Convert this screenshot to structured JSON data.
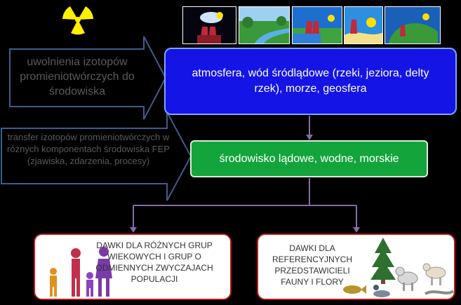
{
  "header_icon": "radiation-trefoil-icon",
  "colors": {
    "background": "#000000",
    "blue_box": "#1414e6",
    "green_box": "#14a43c",
    "arrow_outline": "#3b5e8c",
    "connector": "#8a6aa8",
    "red_border": "#c01818",
    "trefoil": "#ffef00"
  },
  "thumbnails": [
    {
      "name": "thumb-power-plant-night-icon"
    },
    {
      "name": "thumb-river-landscape-icon"
    },
    {
      "name": "thumb-coastal-plant-icon"
    },
    {
      "name": "thumb-plant-radiation-icon"
    },
    {
      "name": "thumb-island-plant-icon"
    }
  ],
  "arrow1": {
    "label": "uwolnienia izotopów promieniotwórczych do środowiska"
  },
  "arrow2": {
    "label": "transfer izotopów promieniotwórczych w różnych komponentach środowiska FEP (zjawiska, zdarzenia, procesy)"
  },
  "box_atmosphere": {
    "text": "atmosfera, wód śródlądowe (rzeki, jeziora, delty rzek), morze, geosfera"
  },
  "box_environment": {
    "text": "środowisko lądowe, wodne, morskie"
  },
  "box_doses_people": {
    "text": "DAWKI DLA RÓŻNYCH GRUP WIEKOWYCH I GRUP O ODMIENNYCH ZWYCZAJACH POPULACJI",
    "icon": "family-figures-icon"
  },
  "box_doses_biota": {
    "text": "DAWKI DLA REFERENCYJNYCH PRZEDSTAWICIELI FAUNY I FLORY",
    "icons": [
      "pine-tree-icon",
      "wolf-icon",
      "fox-icon",
      "fish-icon",
      "duck-icon",
      "eel-icon"
    ]
  }
}
